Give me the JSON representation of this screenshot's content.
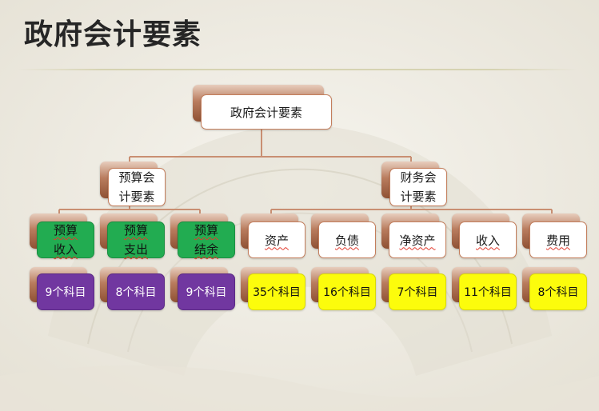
{
  "title": "政府会计要素",
  "root": "政府会计要素",
  "groups": [
    {
      "label": "预算会\n计要素",
      "children": [
        {
          "label": "预算\n收入",
          "count": "9个科目"
        },
        {
          "label": "预算\n支出",
          "count": "8个科目"
        },
        {
          "label": "预算\n结余",
          "count": "9个科目"
        }
      ]
    },
    {
      "label": "财务会\n计要素",
      "children": [
        {
          "label": "资产",
          "count": "35个科目"
        },
        {
          "label": "负债",
          "count": "16个科目"
        },
        {
          "label": "净资产",
          "count": "7个科目"
        },
        {
          "label": "收入",
          "count": "11个科目"
        },
        {
          "label": "费用",
          "count": "8个科目"
        }
      ]
    }
  ],
  "colors": {
    "connector": "#c98f72",
    "budget_box": "#22ac51",
    "budget_count_box": "#7137a0",
    "financial_count_box": "#fcfc0c"
  }
}
